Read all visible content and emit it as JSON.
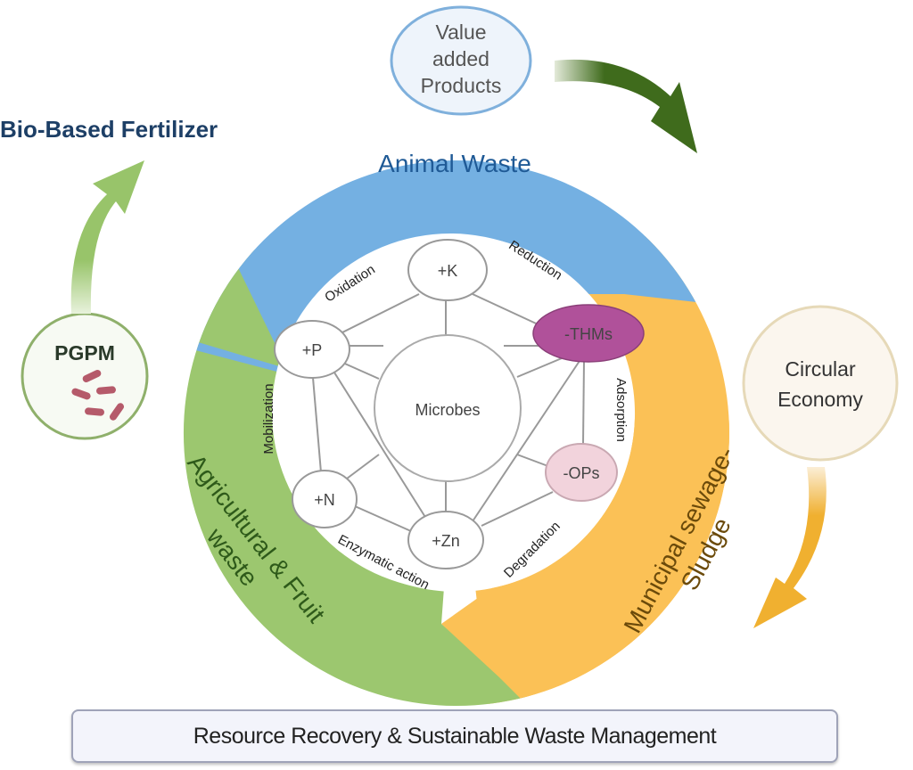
{
  "title": "Bio-Based Fertilizer",
  "top_node": {
    "line1": "Value",
    "line2": "added",
    "line3": "Products"
  },
  "left_node": {
    "label": "PGPM"
  },
  "right_node": {
    "line1": "Circular",
    "line2": "Economy"
  },
  "ring_segments": {
    "animal": {
      "label": "Animal Waste",
      "color": "#74b0e2",
      "text_color": "#1f5a96"
    },
    "agri": {
      "line1": "Agricultural & Fruit",
      "line2": "waste",
      "color": "#9cc76f",
      "text_color": "#2e5a1a"
    },
    "sludge": {
      "line1": "Municipal sewage-",
      "line2": "Sludge",
      "color": "#fbc156",
      "text_color": "#6b4a0a"
    }
  },
  "center": {
    "label": "Microbes"
  },
  "nodes": [
    {
      "id": "K",
      "label": "+K"
    },
    {
      "id": "THMs",
      "label": "-THMs",
      "color": "#b0519a"
    },
    {
      "id": "OPs",
      "label": "-OPs",
      "color": "#f2d3dc"
    },
    {
      "id": "Zn",
      "label": "+Zn"
    },
    {
      "id": "N",
      "label": "+N"
    },
    {
      "id": "P",
      "label": "+P"
    }
  ],
  "processes": {
    "oxidation": "Oxidation",
    "reduction": "Reduction",
    "adsorption": "Adsorption",
    "degradation": "Degradation",
    "enzymatic": "Enzymatic action",
    "mobilization": "Mobilization"
  },
  "footer": {
    "label": "Resource Recovery & Sustainable Waste Management"
  },
  "colors": {
    "title": "#1d3f66",
    "fertilizer_arrow": "#98c46a",
    "value_arrow": "#3f6b1c",
    "circular_arrow": "#f0b030",
    "bacteria": "#b55a6a"
  }
}
